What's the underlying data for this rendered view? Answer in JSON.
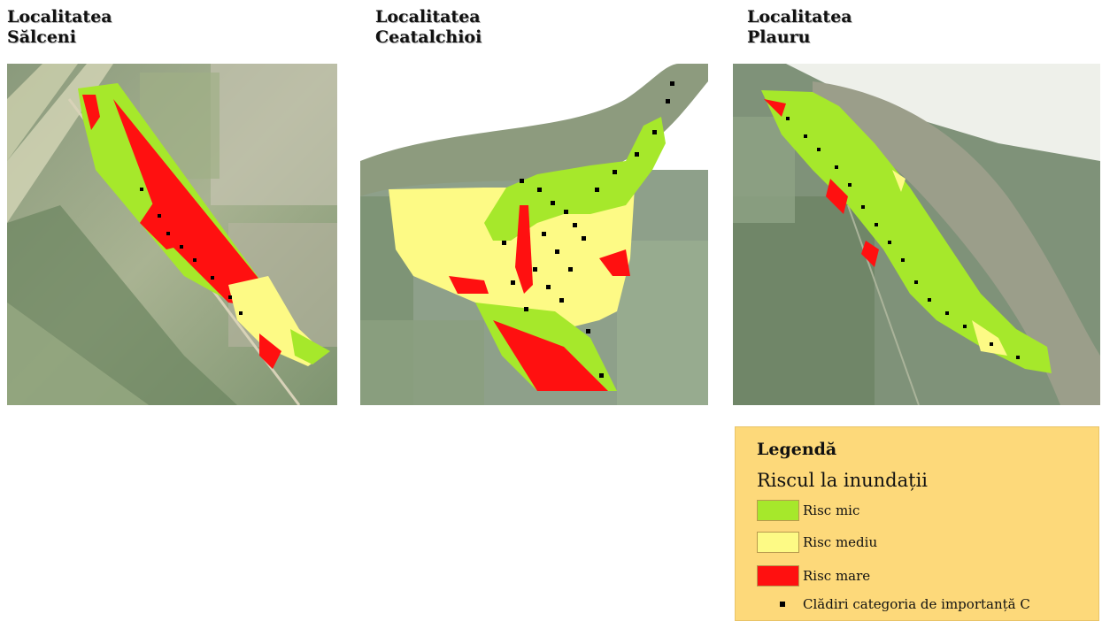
{
  "maps": [
    {
      "title_line1": "Localitatea",
      "title_line2": "Sălceni"
    },
    {
      "title_line1": "Localitatea",
      "title_line2": "Ceatalchioi"
    },
    {
      "title_line1": "Localitatea",
      "title_line2": "Plauru"
    }
  ],
  "legend": {
    "title": "Legendă",
    "subtitle": "Riscul la inundații",
    "items": [
      {
        "label": "Risc mic",
        "color": "#a6e82b"
      },
      {
        "label": "Risc mediu",
        "color": "#fdfa85"
      },
      {
        "label": "Risc mare",
        "color": "#ff1010"
      },
      {
        "label": "Clădiri categoria de importanță C",
        "color": "#000000",
        "icon": "building-marker-icon"
      }
    ]
  }
}
